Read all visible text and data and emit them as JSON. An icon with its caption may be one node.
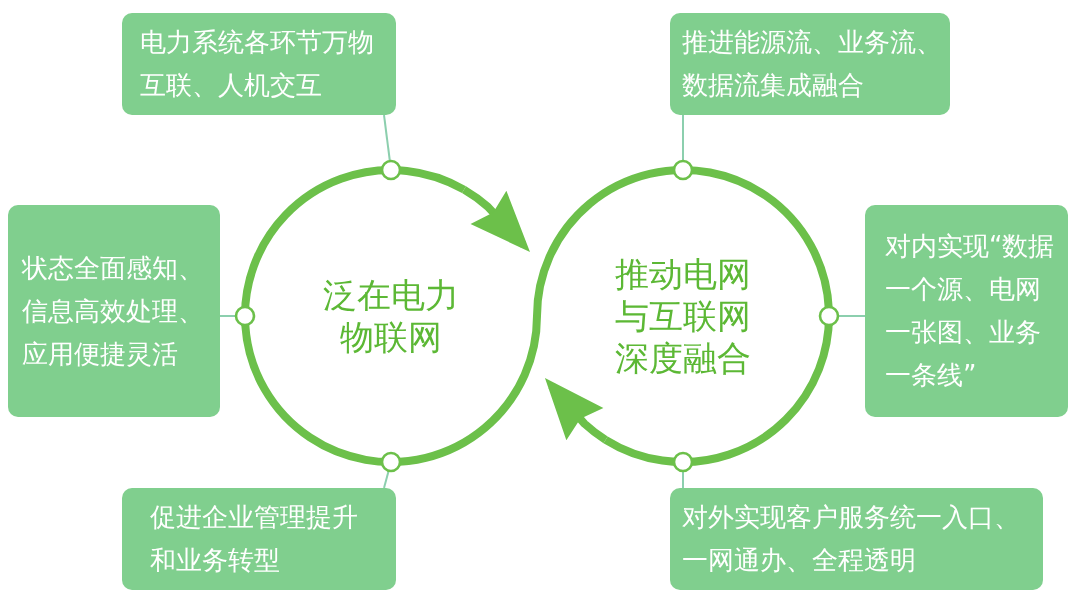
{
  "diagram": {
    "nodes": [
      {
        "text": [
          "电力系统各环节万物互联、人机交互"
        ]
      },
      {
        "text": [
          "推进能源流、业务流、数据流集成融合"
        ]
      },
      {
        "text": [
          "状态全面感知、信息高效处理、应用便捷灵活"
        ]
      },
      {
        "text": [
          "泛在电力物联网"
        ]
      },
      {
        "text": [
          "推动电网与互联网深度融合"
        ]
      },
      {
        "text": [
          "对内实现“数据一个源、电网一张图、业务一条线”"
        ]
      },
      {
        "text": [
          "促进企业管理提升和业务转型"
        ]
      },
      {
        "text": [
          "对外实现客户服务统一入口、一网通办、全程透明"
        ]
      }
    ],
    "edges": [
      {
        "from": 3,
        "to": 4,
        "arrow": "to",
        "style": "thick",
        "color": "#6cc04a"
      },
      {
        "from": 4,
        "to": 3,
        "arrow": "to",
        "style": "thick",
        "color": "#6cc04a"
      },
      {
        "from": 0,
        "to": 3,
        "arrow": "other"
      },
      {
        "from": 1,
        "to": 4,
        "arrow": "other"
      },
      {
        "from": 2,
        "to": 3,
        "arrow": "other"
      },
      {
        "from": 5,
        "to": 4,
        "arrow": "other"
      },
      {
        "from": 6,
        "to": 3,
        "arrow": "other"
      },
      {
        "from": 7,
        "to": 4,
        "arrow": "other"
      }
    ]
  }
}
